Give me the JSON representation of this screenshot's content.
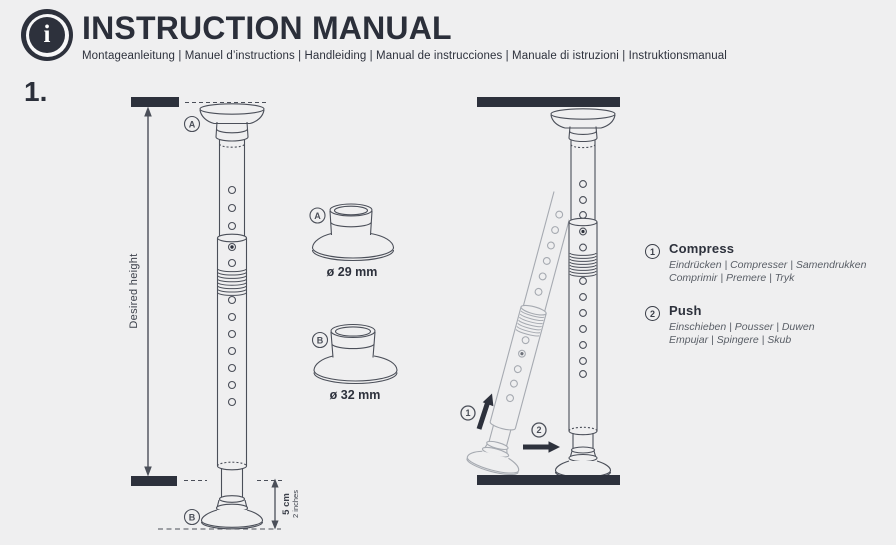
{
  "header": {
    "icon_glyph": "i",
    "title": "INSTRUCTION MANUAL",
    "subtitle": "Montageanleitung | Manuel d’instructions | Handleiding | Manual de instrucciones | Manuale di istruzioni | Instruktionsmanual"
  },
  "step": {
    "number": "1."
  },
  "left_diagram": {
    "label_a": "A",
    "label_b": "B",
    "desired_height": "Desired height",
    "gap_cm": "5 cm",
    "gap_inches": "2 inches"
  },
  "caps": {
    "a": {
      "label": "A",
      "diameter": "ø 29 mm"
    },
    "b": {
      "label": "B",
      "diameter": "ø 32 mm"
    }
  },
  "right_diagram": {
    "marker1": "1",
    "marker2": "2"
  },
  "instructions": [
    {
      "number": "1",
      "title": "Compress",
      "line1": "Eindrücken | Compresser | Samendrukken",
      "line2": "Comprimir | Premere | Tryk"
    },
    {
      "number": "2",
      "title": "Push",
      "line1": "Einschieben | Pousser | Duwen",
      "line2": "Empujar | Spingere | Skub"
    }
  ],
  "colors": {
    "background": "#efeff0",
    "ink": "#2d313c",
    "line_art": "#4b4f59",
    "ghost_line": "#a6aab1"
  }
}
